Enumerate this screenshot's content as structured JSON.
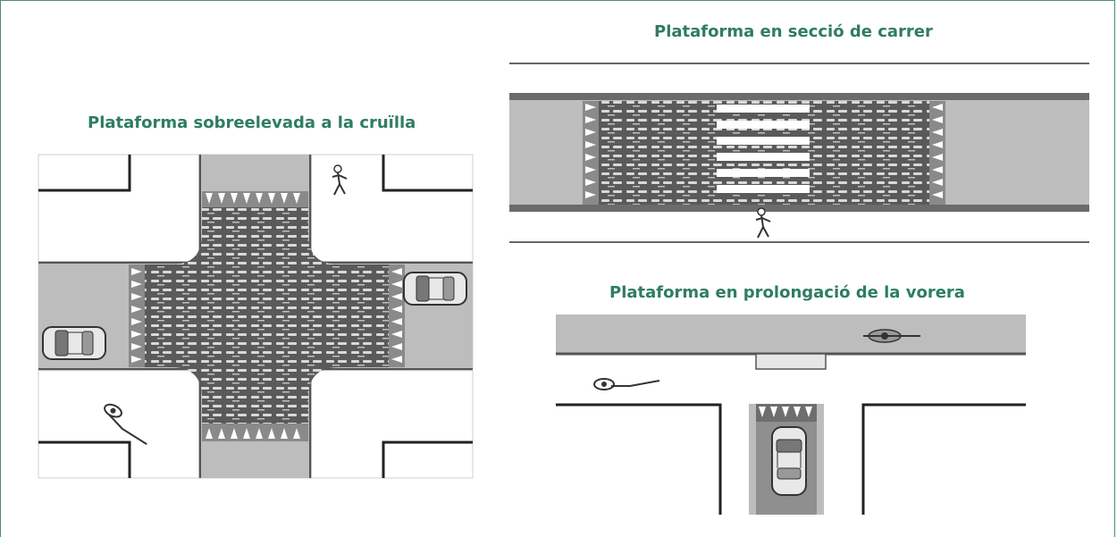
{
  "diagrams": {
    "intersection": {
      "title": "Plataforma sobreelevada a la cruïlla"
    },
    "street_section": {
      "title": "Plataforma en secció de carrer"
    },
    "sidewalk_extension": {
      "title": "Plataforma en prolongació de la vorera"
    }
  },
  "colors": {
    "title": "#2e7d5f",
    "frame": "#4f8a76",
    "road": "#bdbdbd",
    "platform": "#595959",
    "sidewalk": "#ffffff",
    "curb": "#222222"
  },
  "icons": [
    "pedestrian-icon",
    "cyclist-icon",
    "car-icon",
    "motorcycle-icon",
    "pavement-pattern",
    "ramp-triangles"
  ]
}
